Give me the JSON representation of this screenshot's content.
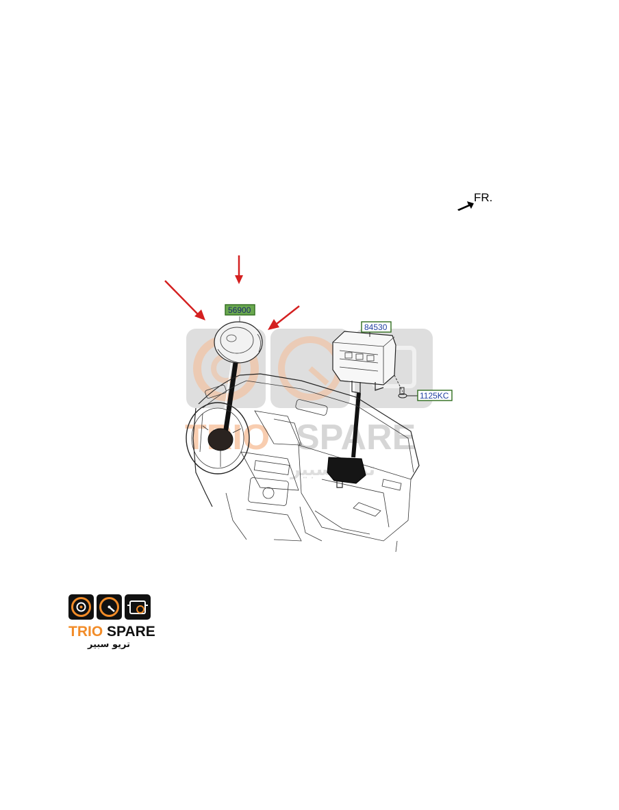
{
  "direction": {
    "label": "FR.",
    "arrow_icon": "front-direction-arrow-icon"
  },
  "parts": [
    {
      "id": "p1",
      "code": "56900",
      "label_fill": "#6aa84f",
      "label_border": "#2e6b1d"
    },
    {
      "id": "p2",
      "code": "84530",
      "label_fill": "#ffffff",
      "label_border": "#2e6b1d"
    },
    {
      "id": "p3",
      "code": "1125KC",
      "label_fill": "#ffffff",
      "label_border": "#2e6b1d"
    }
  ],
  "callout_arrows": {
    "count": 3,
    "color": "#d42020"
  },
  "watermark": {
    "brand_word_1": "TRIO",
    "brand_word_2": "SPARE",
    "arabic": "تريو سبير",
    "colors": {
      "tile": "#d9d9d9",
      "trio": "#f4b183",
      "spare": "#bfbfbf"
    }
  },
  "logo": {
    "brand_word_1": "TRIO",
    "brand_word_2": "SPARE",
    "arabic": "تريو سبير",
    "colors": {
      "tile": "#111111",
      "accent": "#f28c28",
      "trio": "#f28c28",
      "spare": "#111111"
    },
    "icons": [
      "speaker-icon",
      "speedometer-icon",
      "engine-icon"
    ]
  }
}
